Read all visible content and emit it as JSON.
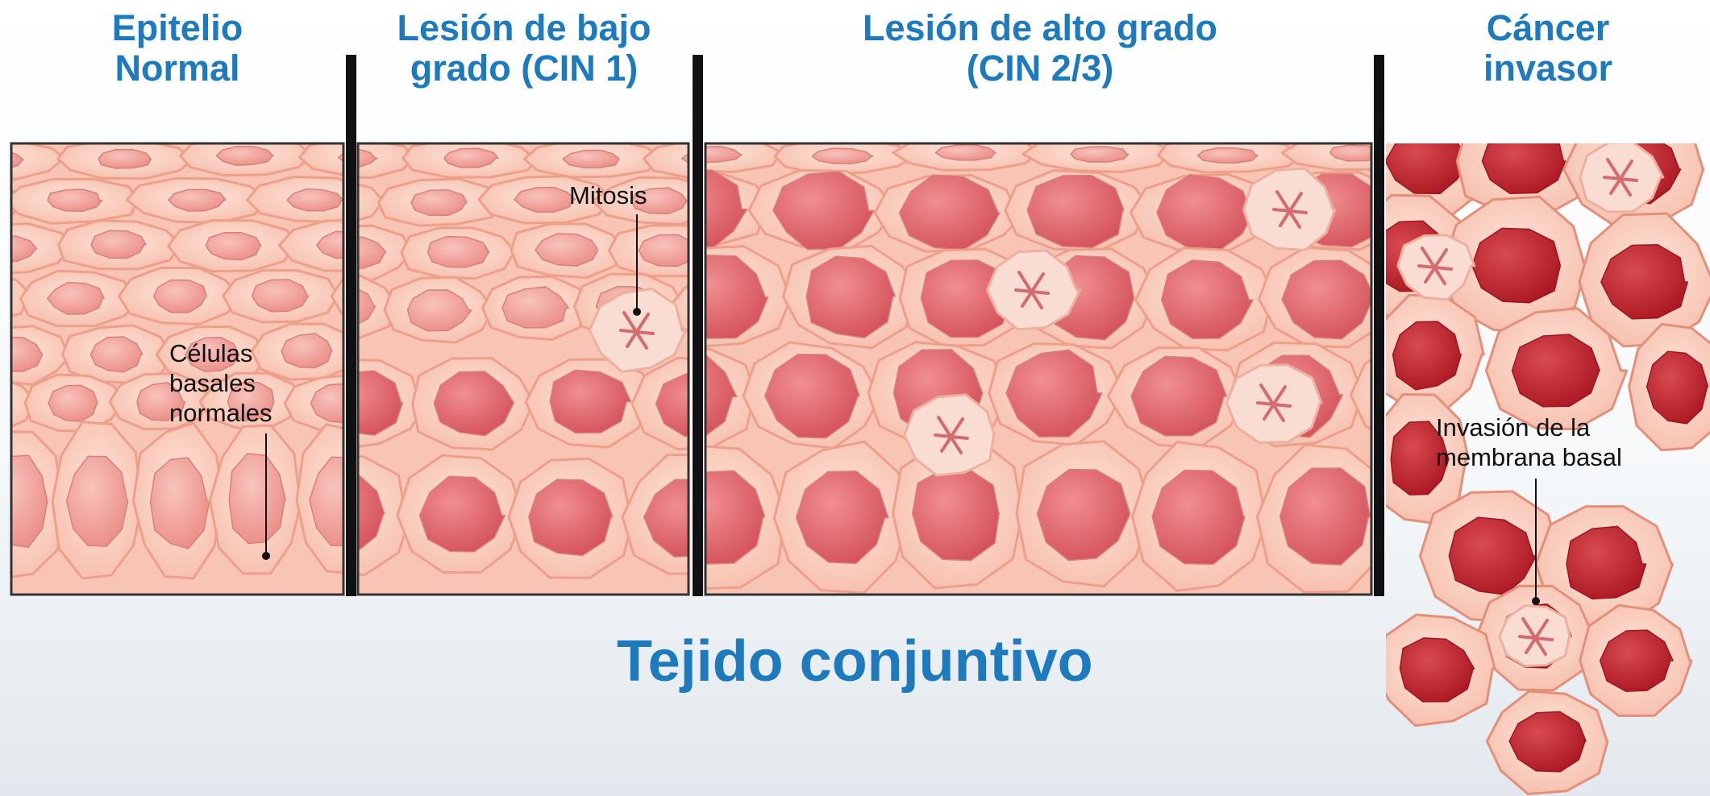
{
  "stages": [
    {
      "title": "Epitelio\nNormal"
    },
    {
      "title": "Lesión de bajo\ngrado (CIN 1)"
    },
    {
      "title": "Lesión de alto grado\n(CIN 2/3)"
    },
    {
      "title": "Cáncer\ninvasor"
    }
  ],
  "callouts": {
    "basal_cells": "Células\nbasales\nnormales",
    "mitosis": "Mitosis",
    "basement_invasion": "Invasión de la\nmembrana basal"
  },
  "tissue_label": "Tejido conjuntivo",
  "colors": {
    "heading": "#1d7bbd",
    "cell_fill": "#fbd3c4",
    "cell_border": "#ee9f8a",
    "nucleus_normal": "#f3a39b",
    "nucleus_dysplastic": "#e26a70",
    "nucleus_malignant": "#c72c36",
    "divider": "#111111"
  }
}
